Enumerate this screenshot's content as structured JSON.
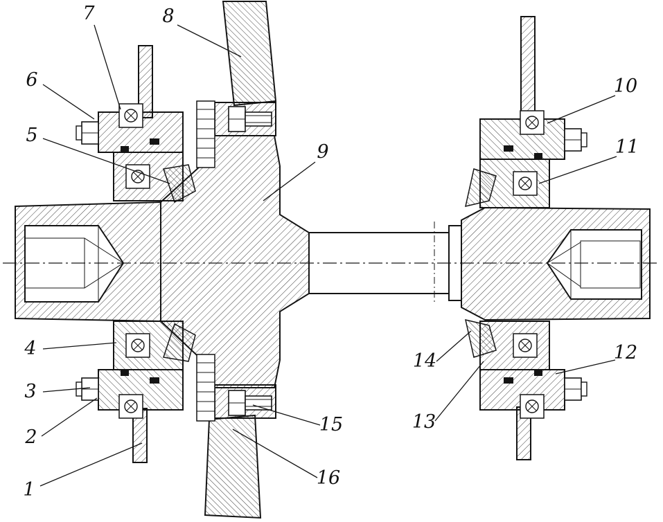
{
  "figure": {
    "colors": {
      "line": "#141414",
      "background": "#ffffff"
    },
    "part_labels": [
      {
        "n": "1"
      },
      {
        "n": "2"
      },
      {
        "n": "3"
      },
      {
        "n": "4"
      },
      {
        "n": "5"
      },
      {
        "n": "6"
      },
      {
        "n": "7"
      },
      {
        "n": "8"
      },
      {
        "n": "9"
      },
      {
        "n": "10"
      },
      {
        "n": "11"
      },
      {
        "n": "12"
      },
      {
        "n": "13"
      },
      {
        "n": "14"
      },
      {
        "n": "15"
      },
      {
        "n": "16"
      }
    ]
  }
}
